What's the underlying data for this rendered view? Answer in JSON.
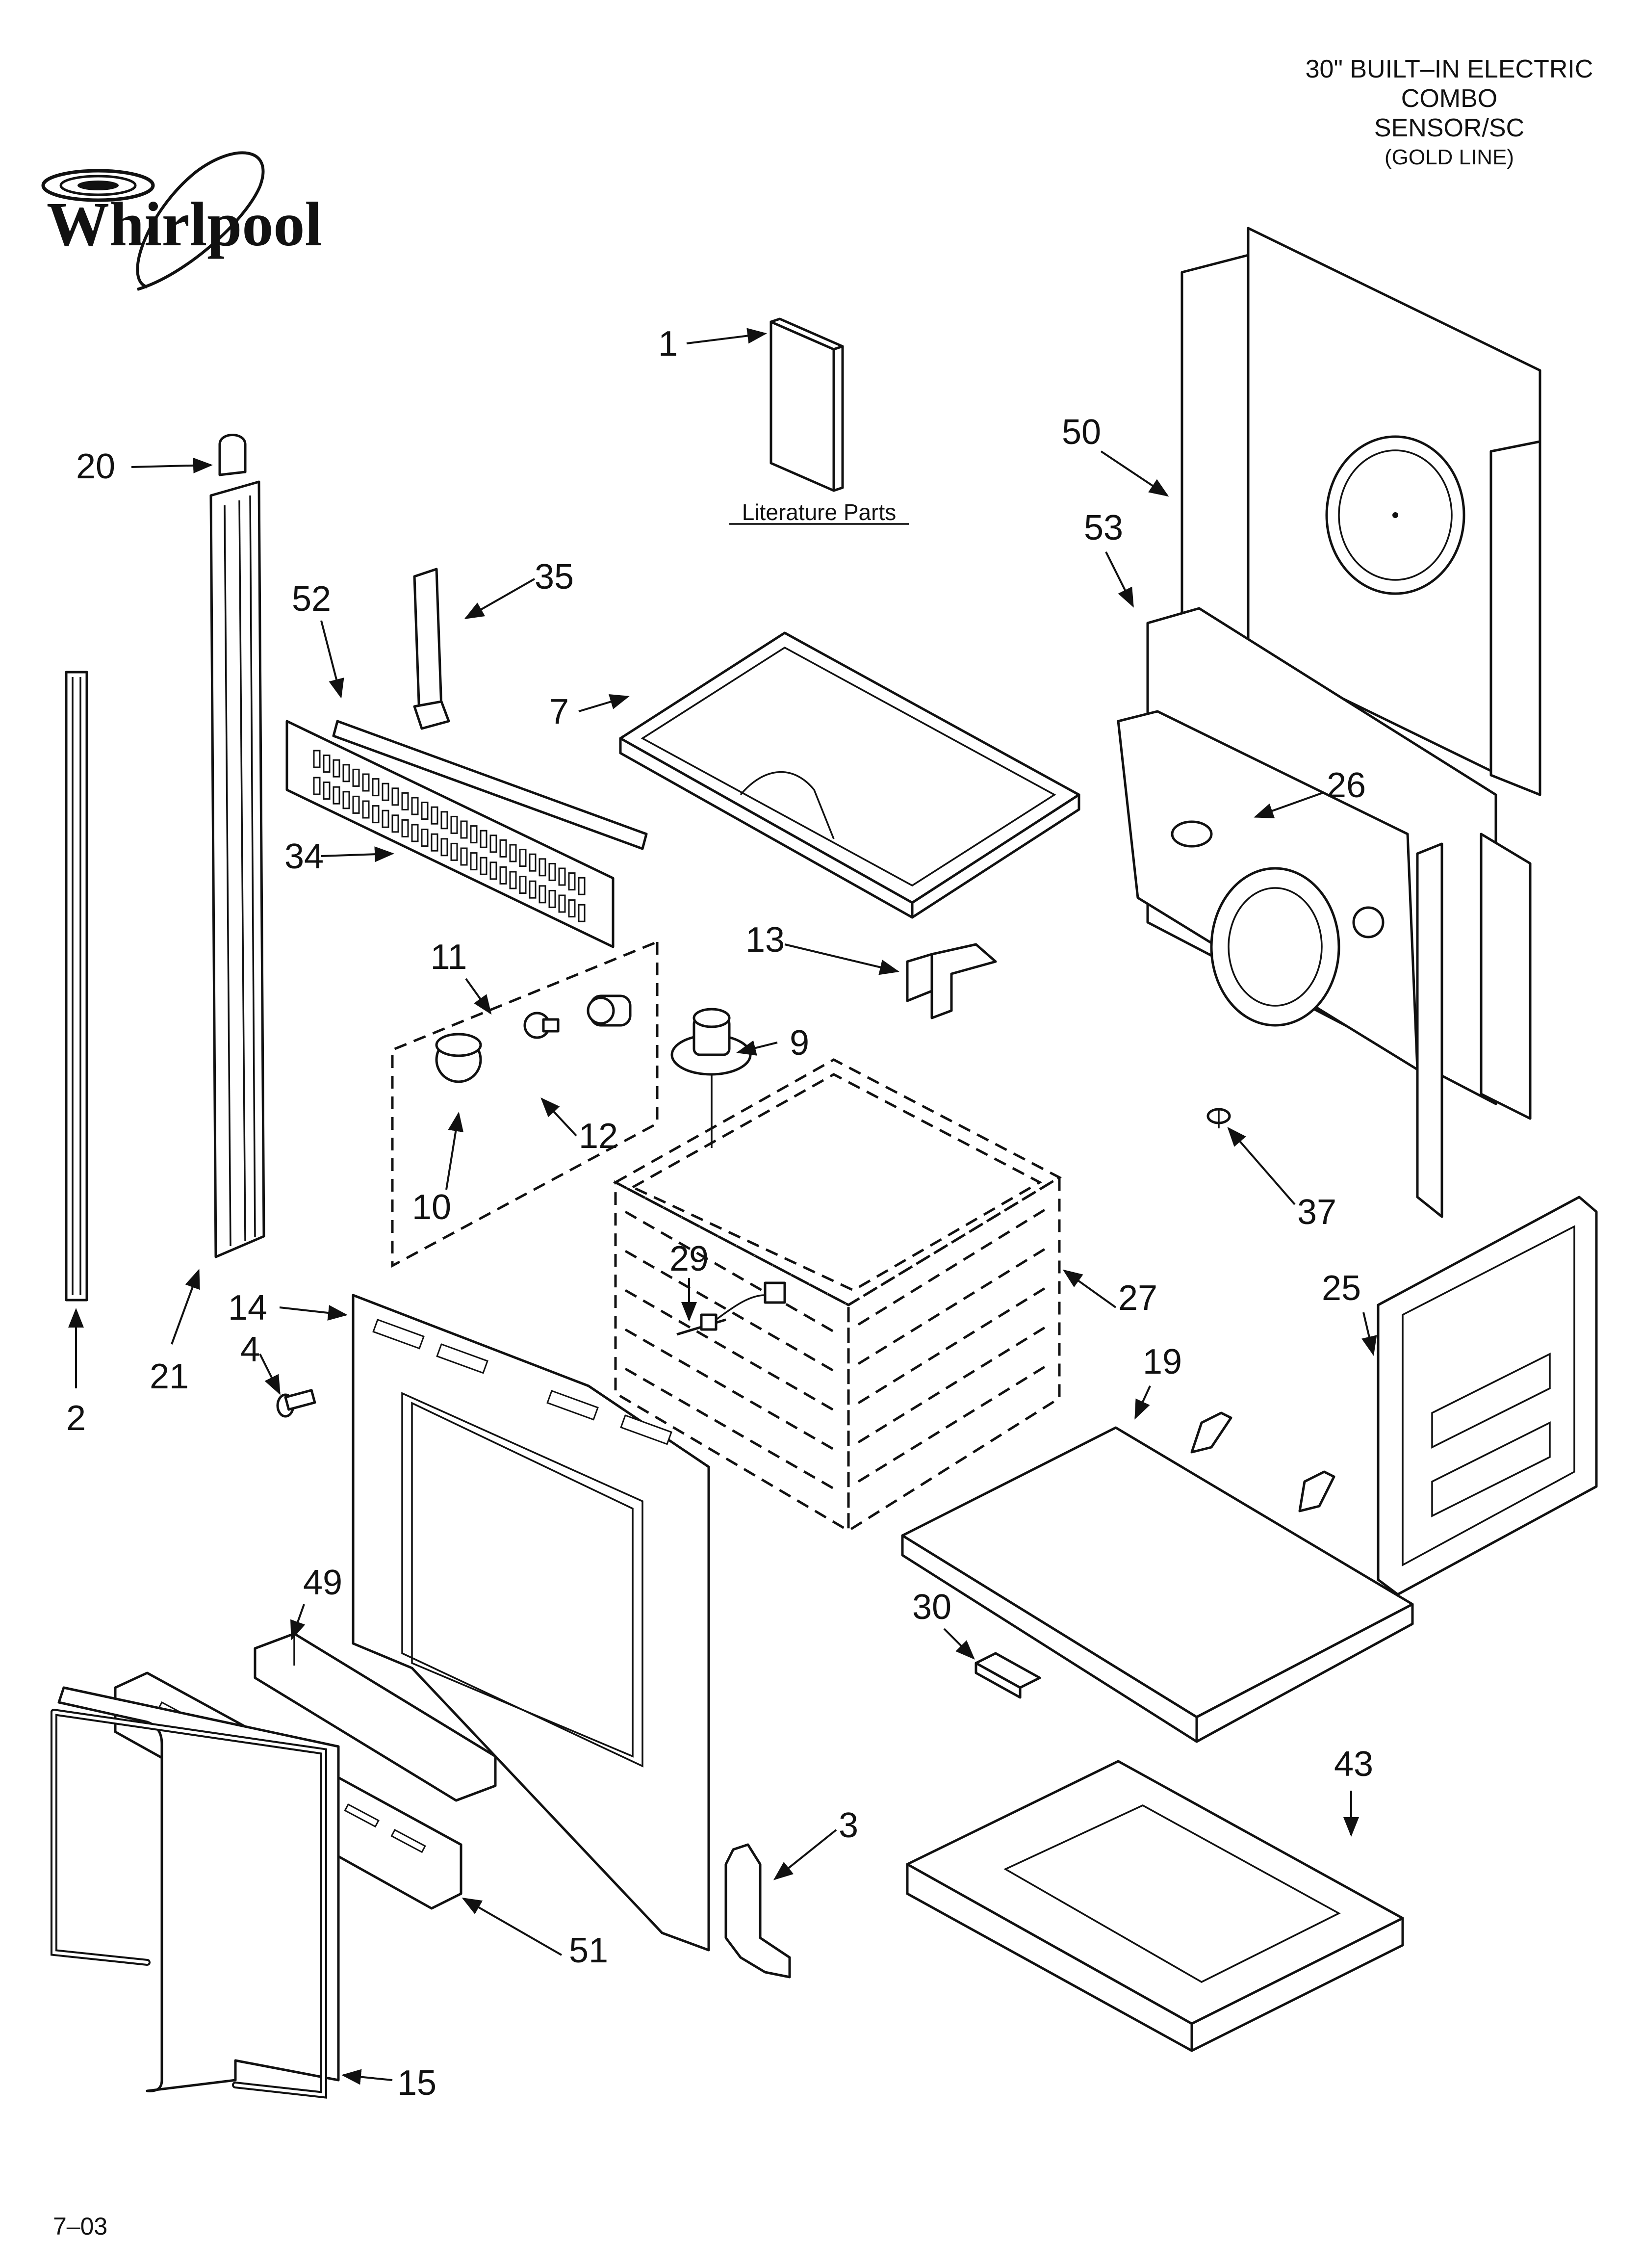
{
  "title": [
    "30\" BUILT–IN ELECTRIC",
    "COMBO",
    "SENSOR/SC",
    "(GOLD LINE)"
  ],
  "brand": "Whirlpool",
  "literature_label": "Literature Parts",
  "footer": "7–03",
  "callouts": [
    "1",
    "2",
    "3",
    "4",
    "7",
    "9",
    "10",
    "11",
    "12",
    "13",
    "14",
    "15",
    "19",
    "20",
    "21",
    "25",
    "26",
    "27",
    "29",
    "30",
    "34",
    "35",
    "37",
    "43",
    "49",
    "50",
    "51",
    "52",
    "53"
  ]
}
